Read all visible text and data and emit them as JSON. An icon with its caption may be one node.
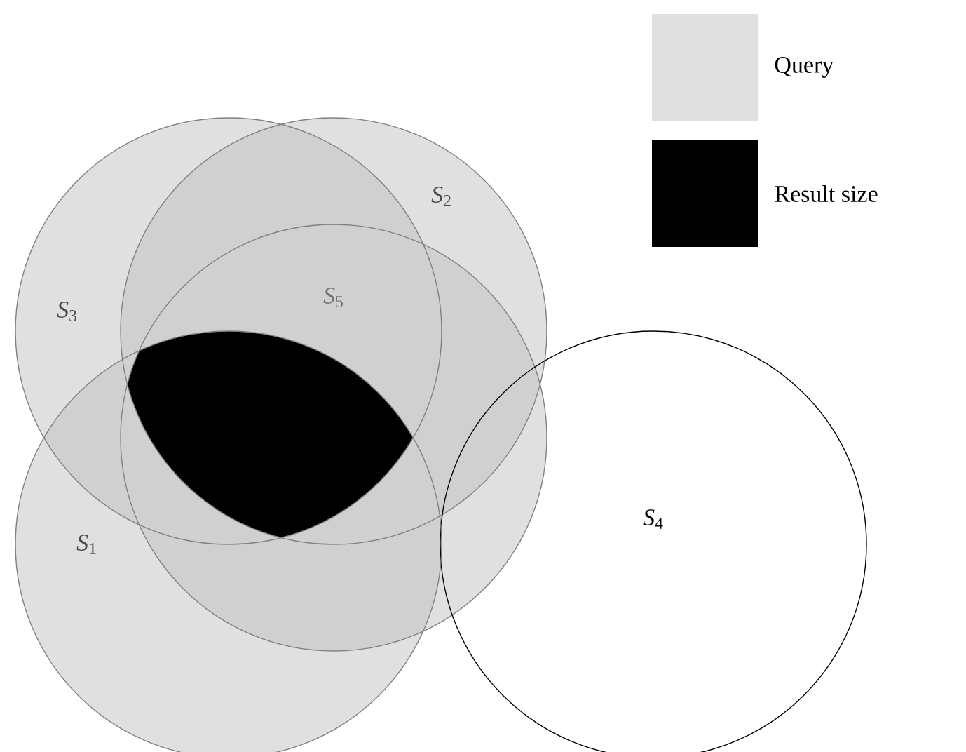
{
  "diagram": {
    "nodes": [
      {
        "text": [
          "*S*$_{2}$"
        ]
      },
      {
        "text": [
          "*S*$_{3}$"
        ]
      },
      {
        "text": [
          "*S*$_{5}$"
        ]
      },
      {
        "text": [
          "*S*$_{4}$"
        ]
      },
      {
        "text": [
          "*S*$_{1}$"
        ]
      }
    ],
    "legend": [
      {
        "text": "Query",
        "color": "#e0e0e0"
      },
      {
        "text": "Result size",
        "color": "#000000"
      }
    ]
  }
}
